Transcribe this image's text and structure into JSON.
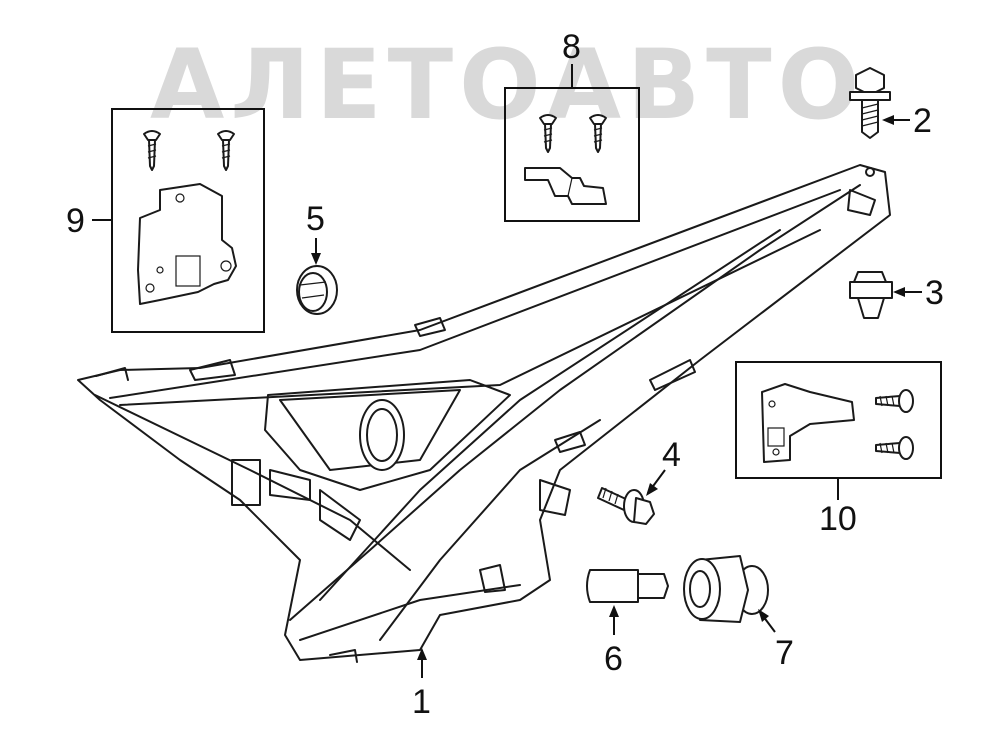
{
  "watermark": {
    "text": "АЛЕТОАВТО",
    "color": "#d9d9d9"
  },
  "callouts": {
    "c1": "1",
    "c2": "2",
    "c3": "3",
    "c4": "4",
    "c5": "5",
    "c6": "6",
    "c7": "7",
    "c8": "8",
    "c9": "9",
    "c10": "10"
  },
  "icons": [
    "headlamp-assembly",
    "bolt",
    "clip",
    "screw",
    "grommet",
    "bulb",
    "socket",
    "bracket-kit"
  ],
  "colors": {
    "line": "#1a1a1a",
    "background": "#ffffff"
  }
}
